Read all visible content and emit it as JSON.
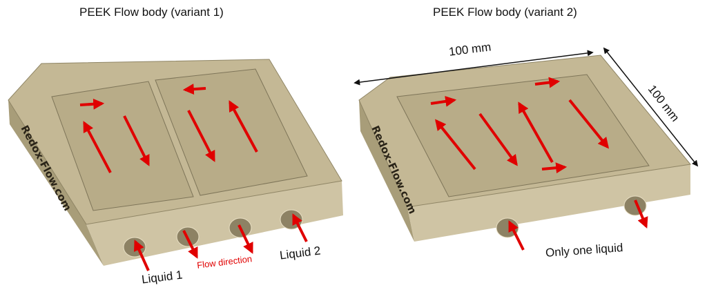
{
  "variant1": {
    "title": "PEEK Flow body (variant 1)",
    "engraving": "Redox-Flow.com",
    "labels": {
      "liquid1": "Liquid 1",
      "flow_direction": "Flow direction",
      "liquid2": "Liquid 2"
    }
  },
  "variant2": {
    "title": "PEEK Flow body (variant 2)",
    "engraving": "Redox-Flow.com",
    "dimension_width": "100 mm",
    "dimension_depth": "100 mm",
    "label": "Only one liquid"
  },
  "colors": {
    "body": "#c9bd9c",
    "side": "#b3a883",
    "arrow": "#e00000"
  }
}
